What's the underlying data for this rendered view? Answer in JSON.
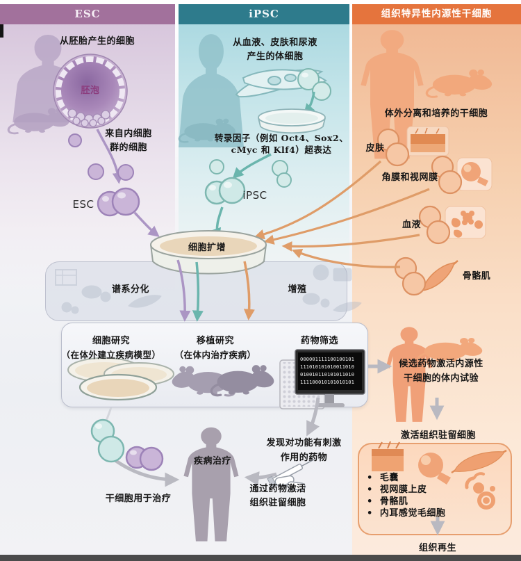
{
  "colors": {
    "esc_accent": "#a2719c",
    "ipsc_accent": "#2e7b8c",
    "tissue_accent": "#e5743d",
    "purple_arrow": "#ab95c4",
    "teal_arrow": "#6ab5ad",
    "orange_arrow": "#df9c68",
    "gray_arrow": "#b9b9c1"
  },
  "headers": {
    "esc": "ESC",
    "ipsc": "iPSC",
    "tissue": "组织特异性内源性干细胞"
  },
  "esc_col": {
    "source": "从胚胎产生的细胞",
    "blastocyst": "胚泡",
    "icm_line1": "来自内细胞",
    "icm_line2": "群的细胞",
    "cell_label": "ESC"
  },
  "ipsc_col": {
    "source_line1": "从血液、皮肤和尿液",
    "source_line2": "产生的体细胞",
    "factors_line1": "转录因子（例如 Oct4、Sox2、",
    "factors_line2": "cMyc 和 Klf4）超表达",
    "cell_label": "iPSC"
  },
  "tissue_col": {
    "isolate": "体外分离和培养的干细胞",
    "skin": "皮肤",
    "cornea": "角膜和视网膜",
    "blood": "血液",
    "muscle": "骨骼肌"
  },
  "center": {
    "expansion": "细胞扩增",
    "lineage": "谱系分化",
    "proliferation": "增殖"
  },
  "research_panel": {
    "cell_title": "细胞研究",
    "cell_sub": "（在体外建立疾病模型）",
    "transplant_title": "移植研究",
    "transplant_sub": "（在体内治疗疾病）",
    "drug_title": "药物筛选",
    "monitor": [
      "000001111100100101",
      "111010101010011010",
      "010010110101011010",
      "111100010101010101"
    ]
  },
  "right_flow": {
    "candidate_line1": "候选药物激活内源性",
    "candidate_line2": "干细胞的体内试验",
    "activate": "激活组织驻留细胞",
    "bullets": [
      "毛囊",
      "视网膜上皮",
      "骨骼肌",
      "内耳感觉毛细胞"
    ],
    "regenerate": "组织再生"
  },
  "therapy": {
    "stem_cells": "干细胞用于治疗",
    "disease": "疾病治疗",
    "discover_line1": "发现对功能有刺激",
    "discover_line2": "作用的药物",
    "via_line1": "通过药物激活",
    "via_line2": "组织驻留细胞"
  }
}
